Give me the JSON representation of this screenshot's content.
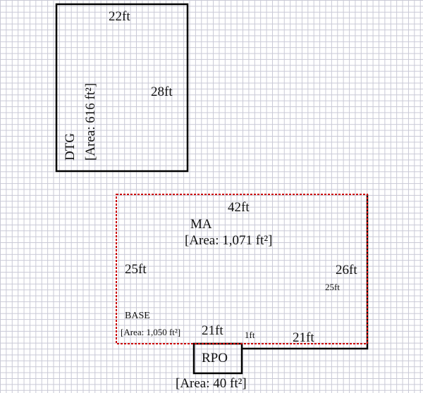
{
  "rooms": {
    "dtg": {
      "name": "DTG",
      "area": "[Area: 616 ft²]",
      "width_label": "22ft",
      "height_label": "28ft"
    },
    "ma": {
      "name": "MA",
      "area": "[Area: 1,071 ft²]",
      "width_label": "42ft",
      "left_label": "25ft",
      "right_label": "26ft"
    },
    "base": {
      "name": "BASE",
      "area": "[Area: 1,050 ft²]",
      "right_label": "25ft",
      "bottom_left_label": "21ft",
      "gap_label": "1ft",
      "bottom_right_label": "21ft"
    },
    "rpo": {
      "name": "RPO",
      "area": "[Area: 40 ft²]"
    }
  },
  "colors": {
    "wall": "#000000",
    "ma_outline": "#cc0000",
    "grid": "#c9c9d6"
  }
}
